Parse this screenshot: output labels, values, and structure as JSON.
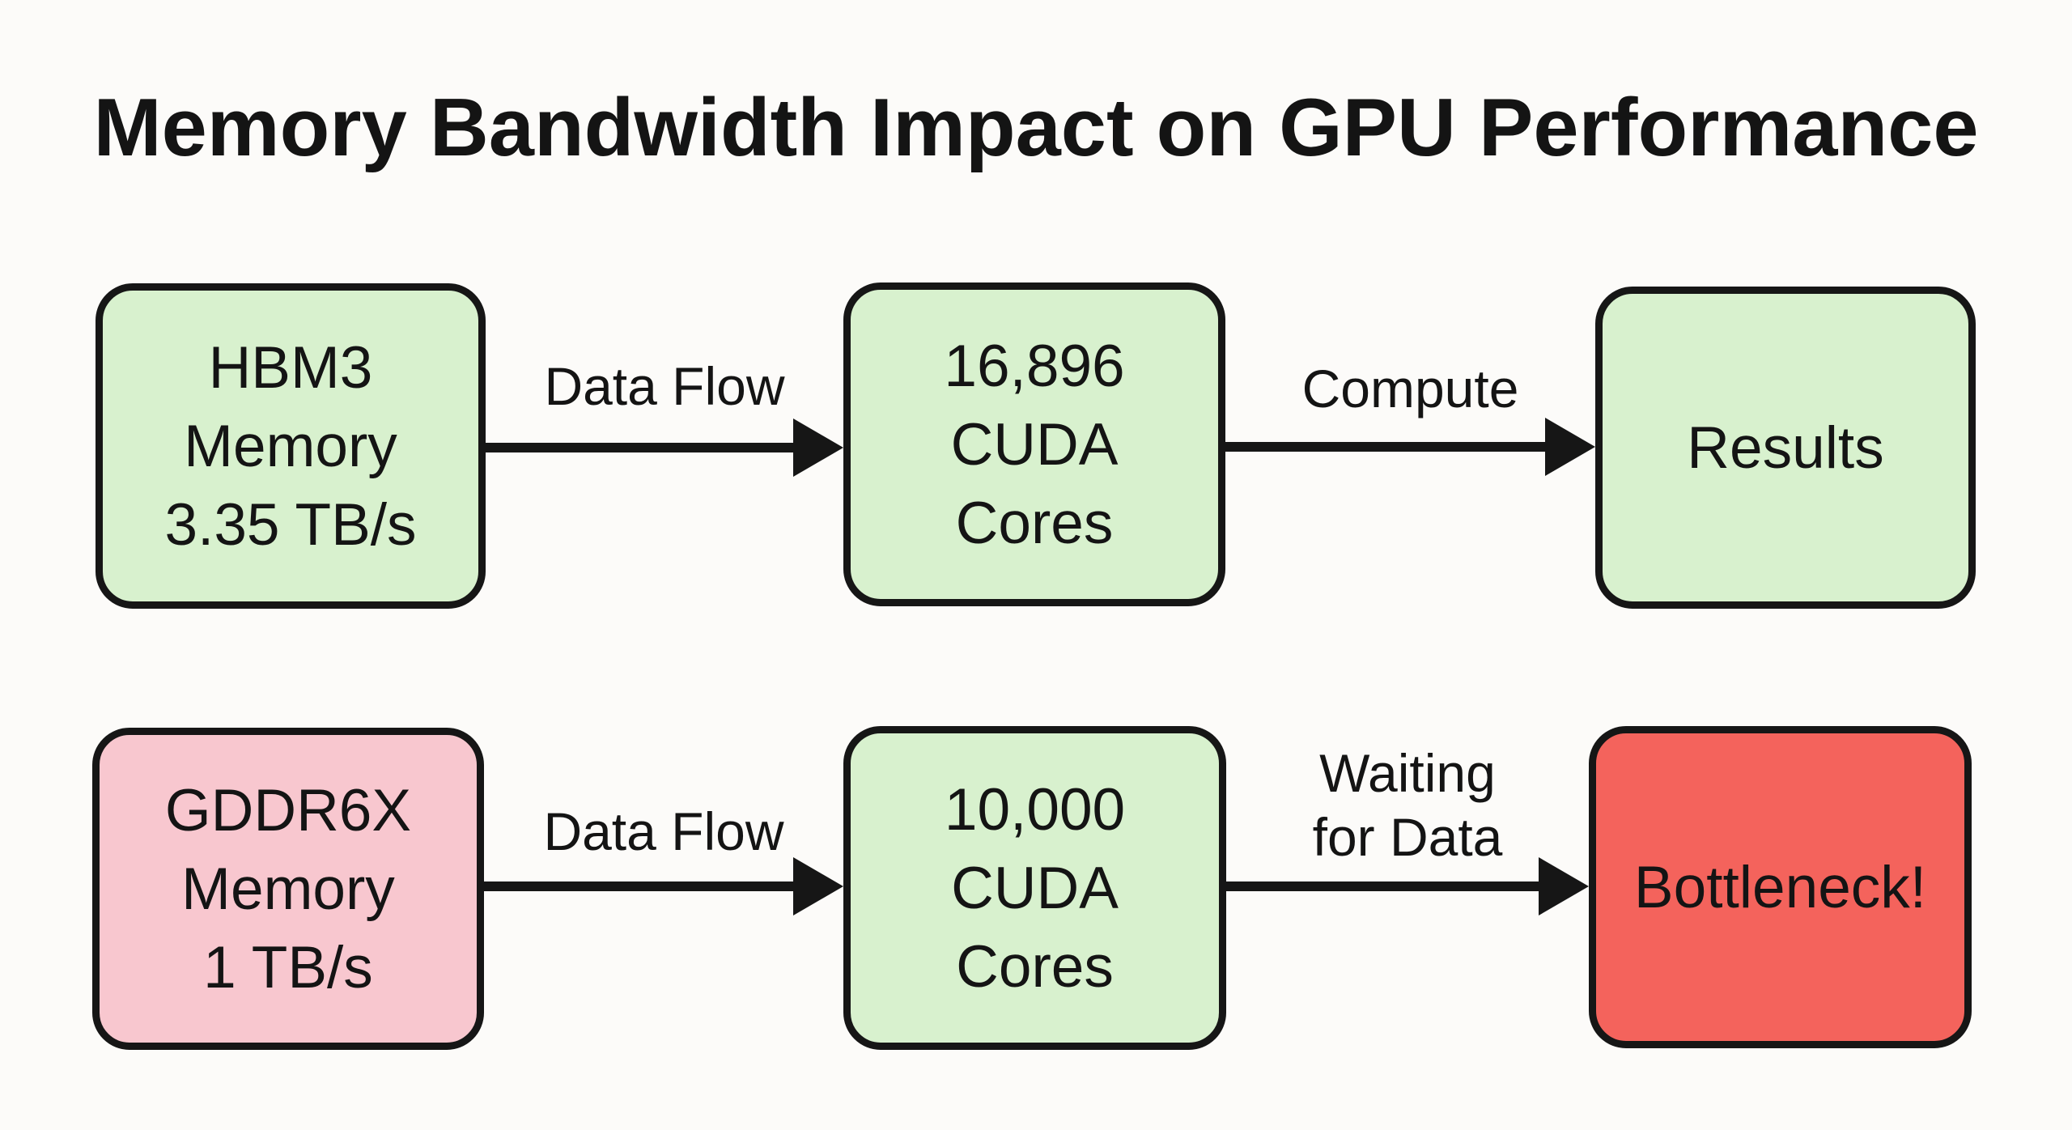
{
  "title": "Memory Bandwidth Impact on GPU Performance",
  "colors": {
    "background": "#fcfbf9",
    "green": "#d8f1ce",
    "pink": "#f8c7cf",
    "red": "#f4635c",
    "line": "#161616",
    "text": "#141414"
  },
  "row1": {
    "source": {
      "text": "HBM3\nMemory\n3.35 TB/s",
      "status": "green"
    },
    "arrow1": {
      "label": "Data Flow"
    },
    "middle": {
      "text": "16,896\nCUDA\nCores",
      "status": "green"
    },
    "arrow2": {
      "label": "Compute"
    },
    "result": {
      "text": "Results",
      "status": "green"
    }
  },
  "row2": {
    "source": {
      "text": "GDDR6X\nMemory\n1 TB/s",
      "status": "pink"
    },
    "arrow1": {
      "label": "Data Flow"
    },
    "middle": {
      "text": "10,000\nCUDA\nCores",
      "status": "green"
    },
    "arrow2": {
      "label": "Waiting\nfor Data"
    },
    "result": {
      "text": "Bottleneck!",
      "status": "red"
    }
  }
}
